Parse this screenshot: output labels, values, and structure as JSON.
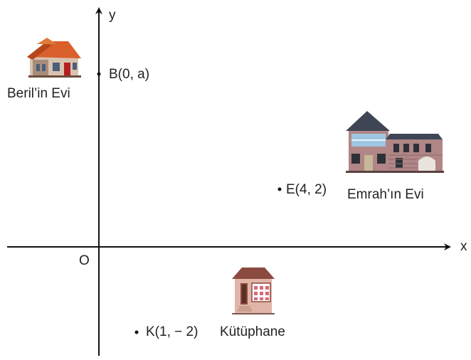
{
  "axes": {
    "x_label": "x",
    "y_label": "y",
    "origin_label": "O"
  },
  "points": {
    "B": "B(0, a)",
    "E": "E(4, 2)",
    "K": "K(1, − 2)"
  },
  "places": {
    "beril": "Beril’in Evi",
    "emrah": "Emrah’ın Evi",
    "library": "Kütüphane"
  },
  "colors": {
    "axis": "#111111",
    "roof_orange": "#d9602a",
    "roof_dark": "#3e4656",
    "wall_pink": "#c9a3a3",
    "wall_mauve": "#b08686",
    "door_red": "#b42020",
    "brick_roof": "#8b4a3f"
  }
}
